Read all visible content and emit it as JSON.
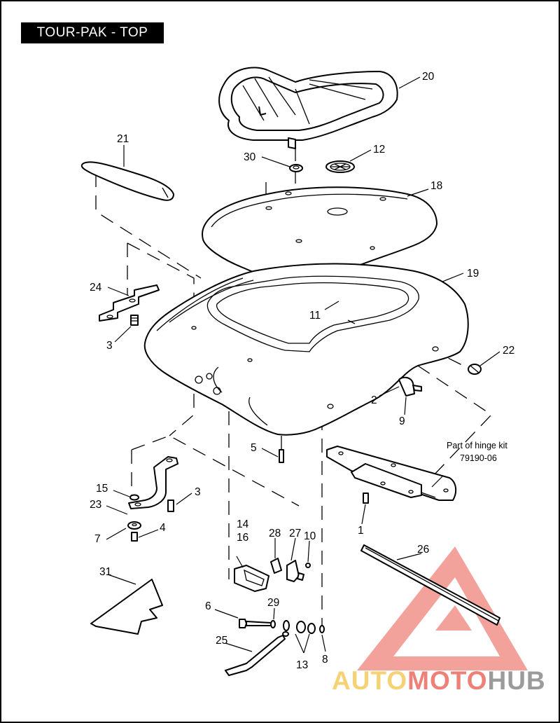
{
  "title": "TOUR-PAK - TOP",
  "hinge_note": {
    "line1": "Part of hinge kit",
    "line2": "79190-06"
  },
  "callouts": [
    {
      "id": "c20",
      "label": "20"
    },
    {
      "id": "c21",
      "label": "21"
    },
    {
      "id": "c30",
      "label": "30"
    },
    {
      "id": "c12",
      "label": "12"
    },
    {
      "id": "c18",
      "label": "18"
    },
    {
      "id": "c19",
      "label": "19"
    },
    {
      "id": "c24",
      "label": "24"
    },
    {
      "id": "c3a",
      "label": "3"
    },
    {
      "id": "c11",
      "label": "11"
    },
    {
      "id": "c22",
      "label": "22"
    },
    {
      "id": "c2",
      "label": "2"
    },
    {
      "id": "c9",
      "label": "9"
    },
    {
      "id": "c5",
      "label": "5"
    },
    {
      "id": "c15",
      "label": "15"
    },
    {
      "id": "c3b",
      "label": "3"
    },
    {
      "id": "c23",
      "label": "23"
    },
    {
      "id": "c7",
      "label": "7"
    },
    {
      "id": "c4",
      "label": "4"
    },
    {
      "id": "c1",
      "label": "1"
    },
    {
      "id": "c14",
      "label": "14"
    },
    {
      "id": "c16",
      "label": "16"
    },
    {
      "id": "c28",
      "label": "28"
    },
    {
      "id": "c27",
      "label": "27"
    },
    {
      "id": "c10",
      "label": "10"
    },
    {
      "id": "c26",
      "label": "26"
    },
    {
      "id": "c31",
      "label": "31"
    },
    {
      "id": "c6",
      "label": "6"
    },
    {
      "id": "c29",
      "label": "29"
    },
    {
      "id": "c25",
      "label": "25"
    },
    {
      "id": "c13",
      "label": "13"
    },
    {
      "id": "c8",
      "label": "8"
    }
  ],
  "watermark": {
    "part1": "AUTO",
    "part2": "MOTO",
    "part3": "HUB"
  },
  "colors": {
    "watermark_red": "#e8574a",
    "watermark_yellow": "#f2c447",
    "watermark_gray": "#7a7a7a",
    "line": "#000000"
  }
}
